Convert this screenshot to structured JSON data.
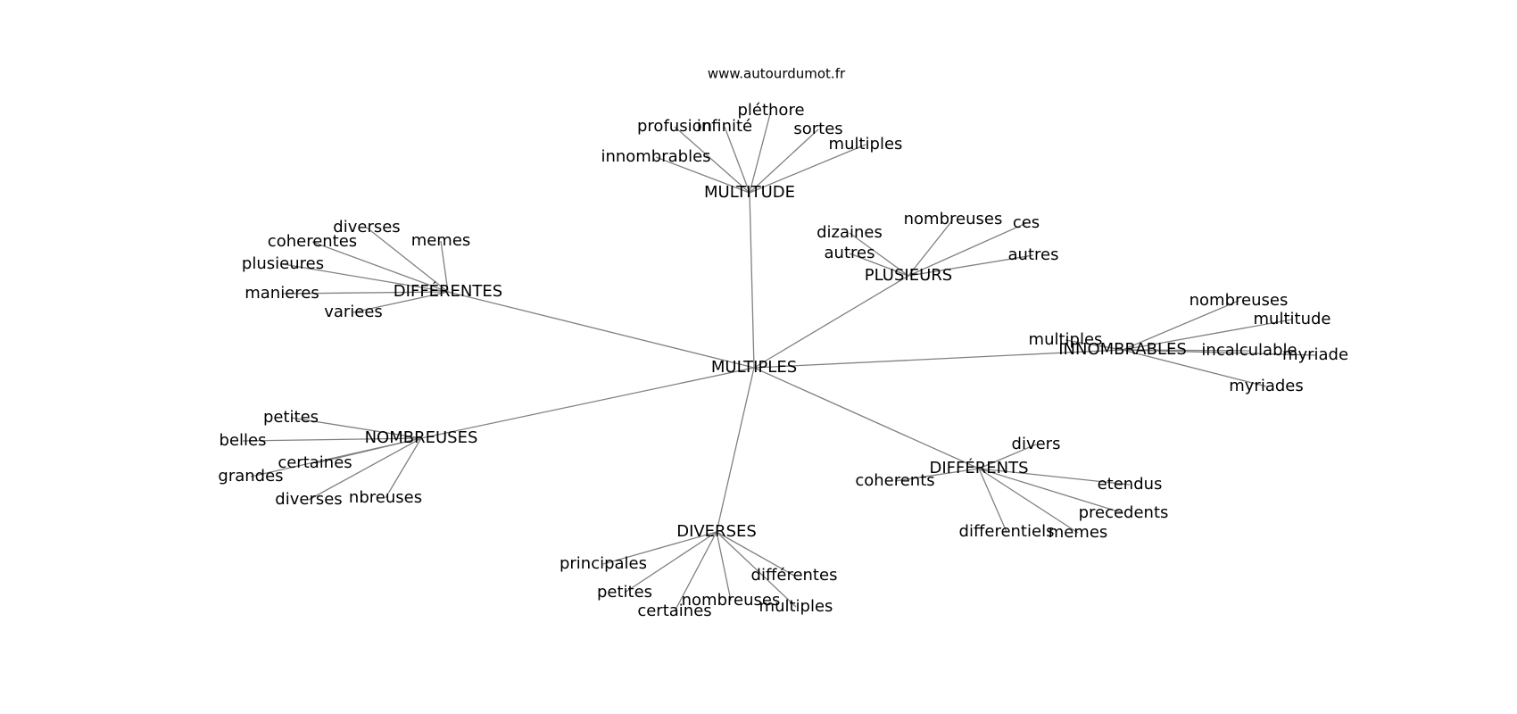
{
  "header": {
    "site": "www.autourdumot.fr"
  },
  "graph": {
    "center": "MULTIPLES",
    "hubs": [
      {
        "label": "MULTITUDE",
        "leaves": [
          "innombrables",
          "profusion",
          "infinité",
          "pléthore",
          "sortes",
          "multiples"
        ]
      },
      {
        "label": "DIFFÉRENTES",
        "leaves": [
          "diverses",
          "coherentes",
          "memes",
          "plusieures",
          "manieres",
          "variees"
        ]
      },
      {
        "label": "PLUSIEURS",
        "leaves": [
          "dizaines",
          "autres",
          "nombreuses",
          "ces",
          "autres"
        ]
      },
      {
        "label": "INNOMBRABLES",
        "leaves": [
          "nombreuses",
          "multitude",
          "multiples",
          "incalculable",
          "myriade",
          "myriades"
        ]
      },
      {
        "label": "NOMBREUSES",
        "leaves": [
          "petites",
          "belles",
          "certaines",
          "grandes",
          "diverses",
          "nbreuses"
        ]
      },
      {
        "label": "DIFFÉRENTS",
        "leaves": [
          "divers",
          "coherents",
          "etendus",
          "precedents",
          "differentiels",
          "memes"
        ]
      },
      {
        "label": "DIVERSES",
        "leaves": [
          "principales",
          "petites",
          "certaines",
          "nombreuses",
          "différentes",
          "multiples"
        ]
      }
    ]
  },
  "colors": {
    "edge": "#808080",
    "text": "#000000",
    "background": "#ffffff"
  }
}
